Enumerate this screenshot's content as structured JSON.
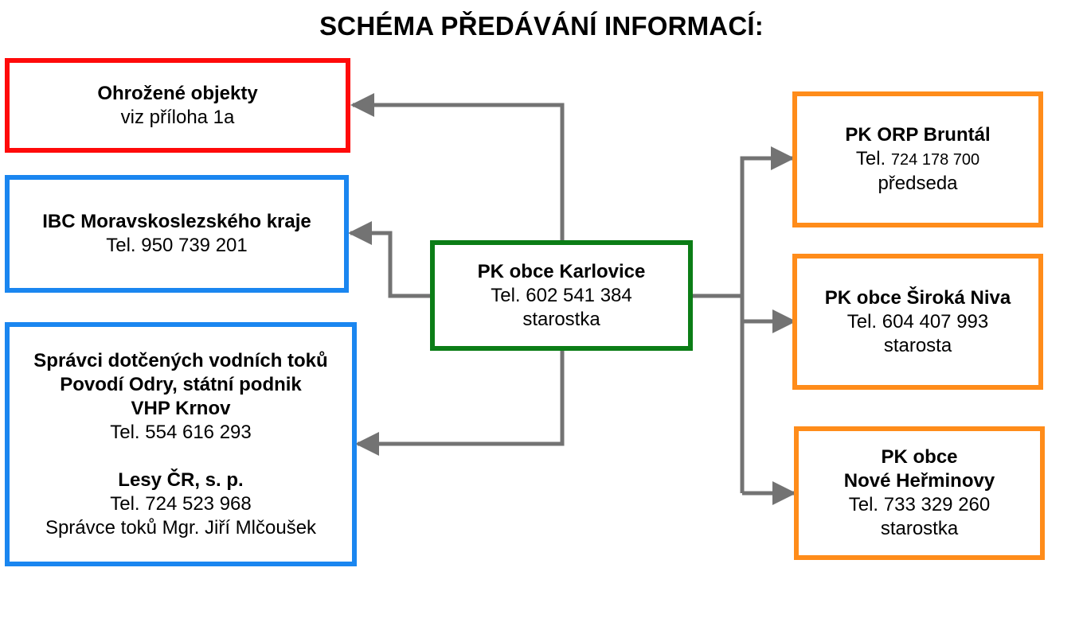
{
  "title": "SCHÉMA PŘEDÁVÁNÍ INFORMACÍ:",
  "colors": {
    "red": "#ff0a0a",
    "blue": "#1a86f0",
    "green": "#0b7d16",
    "orange": "#ff8c1a",
    "connector": "#737373"
  },
  "ohrozene": {
    "name": "Ohrožené objekty",
    "note": "viz příloha 1a"
  },
  "ibc": {
    "name": "IBC Moravskoslezského kraje",
    "tel": "Tel. 950 739 201"
  },
  "spravci": {
    "line1": "Správci dotčených vodních toků",
    "line2": "Povodí Odry, státní podnik",
    "line3": "VHP Krnov",
    "tel1": "Tel. 554 616 293",
    "line4": "Lesy ČR, s. p.",
    "tel2": "Tel. 724 523 968",
    "line5": "Správce toků Mgr. Jiří Mlčoušek"
  },
  "karlovice": {
    "name": "PK obce Karlovice",
    "tel": "Tel. 602 541 384",
    "role": "starostka"
  },
  "bruntal": {
    "name": "PK ORP Bruntál",
    "tel_prefix": "Tel.",
    "tel_number": "724 178 700",
    "role": "předseda"
  },
  "siroka": {
    "name": "PK obce Široká Niva",
    "tel": "Tel. 604 407 993",
    "role": "starosta"
  },
  "nove": {
    "name1": "PK obce",
    "name2": "Nové Heřminovy",
    "tel": "Tel. 733 329 260",
    "role": "starostka"
  }
}
